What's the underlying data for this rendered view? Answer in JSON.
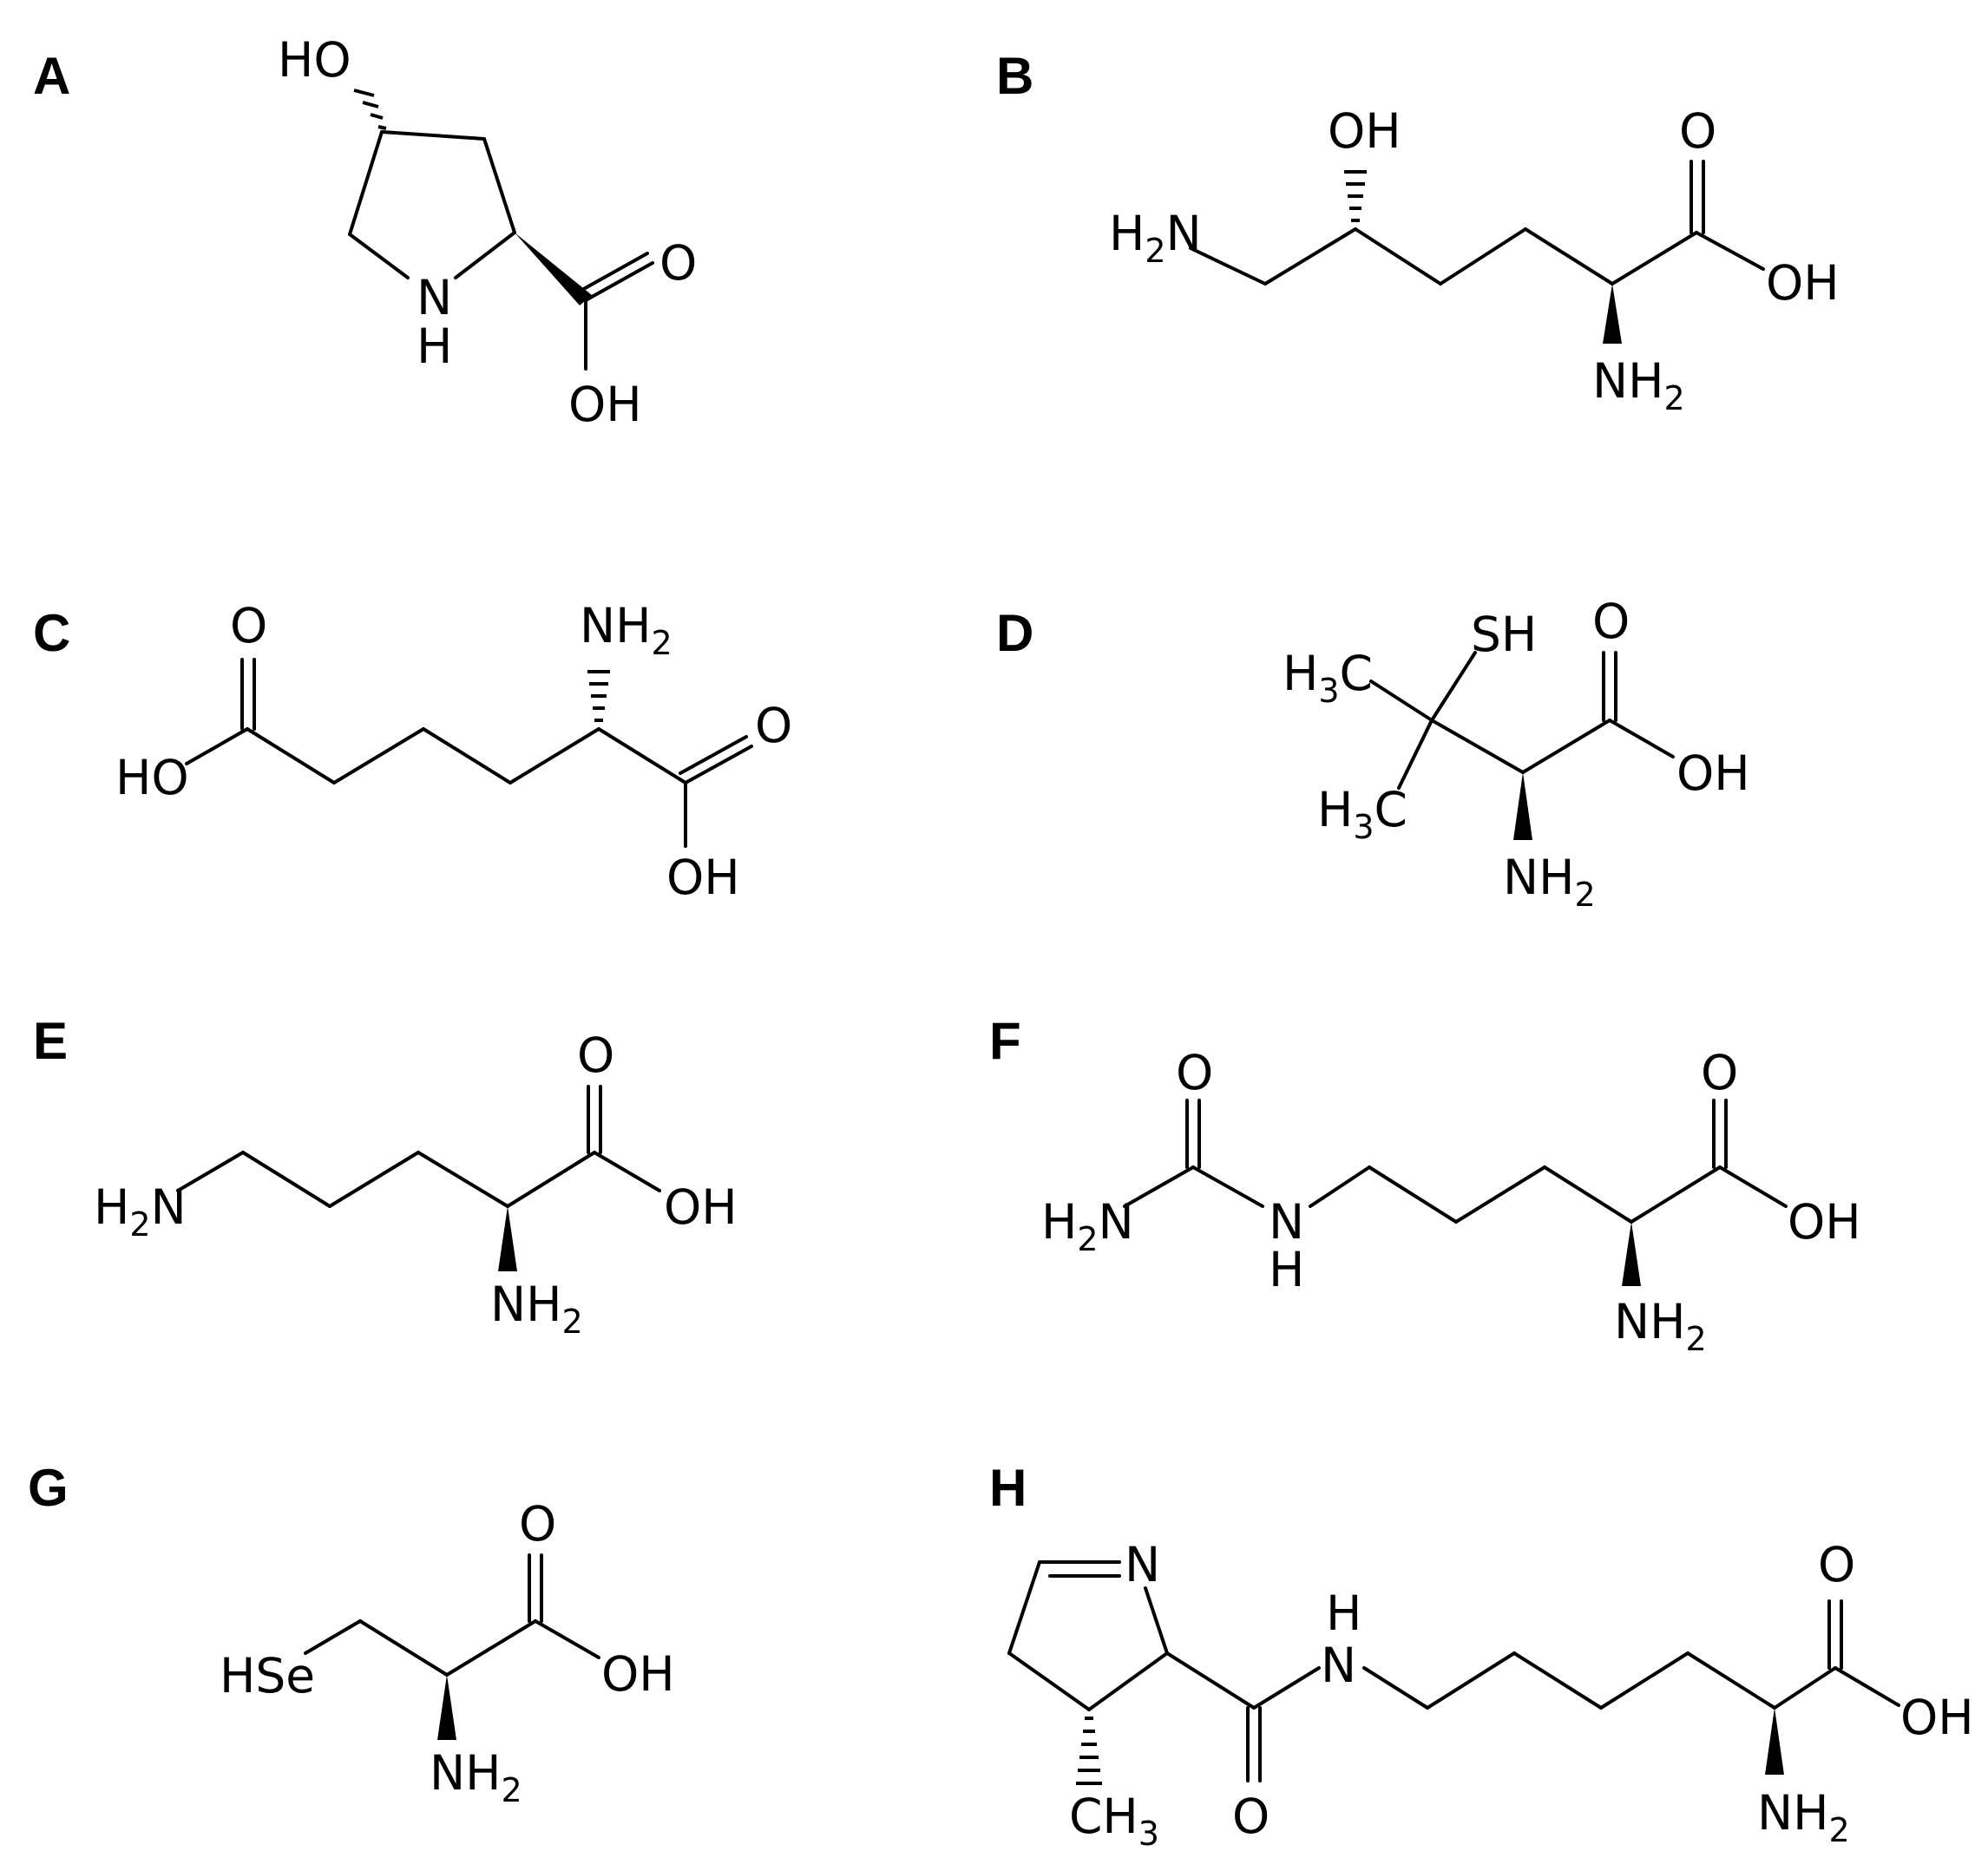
{
  "panels": [
    {
      "letter": "A",
      "atoms": {
        "ho": "HO",
        "o": "O",
        "n": "N",
        "h": "H",
        "oh": "OH"
      }
    },
    {
      "letter": "B",
      "atoms": {
        "oh_side": "OH",
        "o": "O",
        "h2n": "H",
        "h2n_sub": "2",
        "h2n_n": "N",
        "oh": "OH",
        "nh2": "NH",
        "nh2_sub": "2"
      }
    },
    {
      "letter": "C",
      "atoms": {
        "o_left": "O",
        "nh2": "NH",
        "nh2_sub": "2",
        "o_right": "O",
        "ho": "HO",
        "oh": "OH"
      }
    },
    {
      "letter": "D",
      "atoms": {
        "sh": "SH",
        "o": "O",
        "h3c_top": "H",
        "h3c_top_sub": "3",
        "h3c_top_c": "C",
        "oh": "OH",
        "h3c_bot": "H",
        "h3c_bot_sub": "3",
        "h3c_bot_c": "C",
        "nh2": "NH",
        "nh2_sub": "2"
      }
    },
    {
      "letter": "E",
      "atoms": {
        "o": "O",
        "h2n": "H",
        "h2n_sub": "2",
        "h2n_n": "N",
        "oh": "OH",
        "nh2": "NH",
        "nh2_sub": "2"
      }
    },
    {
      "letter": "F",
      "atoms": {
        "o_urea": "O",
        "o_acid": "O",
        "h2n": "H",
        "h2n_sub": "2",
        "h2n_n": "N",
        "n": "N",
        "h": "H",
        "oh": "OH",
        "nh2": "NH",
        "nh2_sub": "2"
      }
    },
    {
      "letter": "G",
      "atoms": {
        "o": "O",
        "hse": "HSe",
        "oh": "OH",
        "nh2": "NH",
        "nh2_sub": "2"
      }
    },
    {
      "letter": "H",
      "atoms": {
        "n_ring": "N",
        "h_amide": "H",
        "n_amide": "N",
        "o_acid": "O",
        "oh": "OH",
        "ch3": "CH",
        "ch3_sub": "3",
        "o_amide": "O",
        "nh2": "NH",
        "nh2_sub": "2"
      }
    }
  ]
}
